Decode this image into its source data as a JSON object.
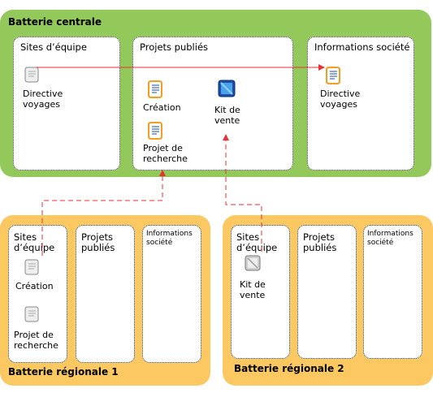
{
  "central": {
    "title": "Batterie centrale",
    "sites": {
      "team": {
        "title": "Sites d’équipe",
        "doc": "Directive\nvoyages"
      },
      "published": {
        "title": "Projets publiés",
        "doc_creation": "Création",
        "doc_kit": "Kit de\nvente",
        "doc_projet": "Projet de\nrecherche"
      },
      "company": {
        "title": "Informations société",
        "doc": "Directive\nvoyages"
      }
    }
  },
  "regional1": {
    "title": "Batterie régionale 1",
    "sites": {
      "team": {
        "title": "Sites\nd’équipe",
        "doc_creation": "Création",
        "doc_projet": "Projet de\nrecherche"
      },
      "published": {
        "title": "Projets\npubliés"
      },
      "company": {
        "title": "Informations\nsociété"
      }
    }
  },
  "regional2": {
    "title": "Batterie régionale 2",
    "sites": {
      "team": {
        "title": "Sites\nd’équipe",
        "doc_kit": "Kit de\nvente"
      },
      "published": {
        "title": "Projets\npubliés"
      },
      "company": {
        "title": "Informations\nsociété"
      }
    }
  },
  "colors": {
    "central_fill": "#92c95a",
    "regional_fill": "#fcc862",
    "link_red": "#e8323a"
  }
}
